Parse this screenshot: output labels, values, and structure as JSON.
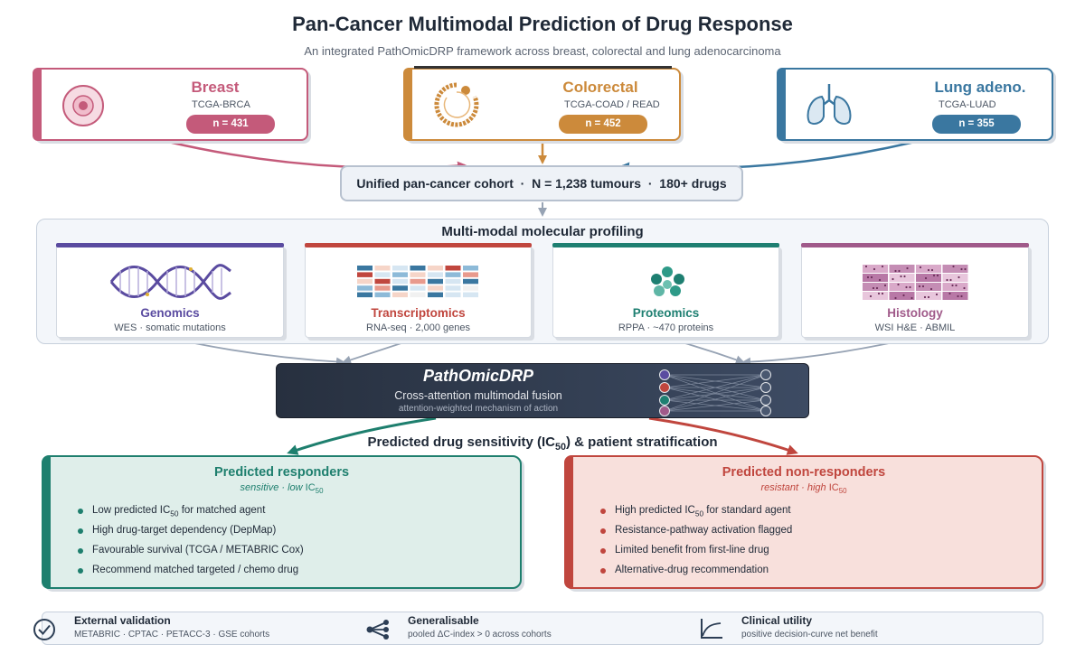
{
  "title": "Pan-Cancer Multimodal Prediction of Drug Response",
  "subtitle": "An integrated PathOmicDRP framework across breast, colorectal and lung adenocarcinoma",
  "colors": {
    "breast": "#c45a7a",
    "colorectal": "#cc8a3b",
    "lung": "#3a77a0",
    "genomics": "#5a4ba0",
    "transcriptomics": "#c0463e",
    "proteomics": "#1e7f71",
    "histology": "#a05a8a",
    "responder": "#1e7f6e",
    "nonresponder": "#c0463e"
  },
  "cancers": [
    {
      "name": "Breast",
      "project": "TCGA-BRCA",
      "n": "n = 431",
      "icon": "breast-cell-icon"
    },
    {
      "name": "Colorectal",
      "project": "TCGA-COAD / READ",
      "n": "n = 452",
      "icon": "colon-icon"
    },
    {
      "name": "Lung adeno.",
      "project": "TCGA-LUAD",
      "n": "n = 355",
      "icon": "lungs-icon"
    }
  ],
  "cohort": "Unified pan-cancer cohort  ·  N = 1,238 tumours  ·  180+ drugs",
  "profiling": {
    "title": "Multi-modal molecular profiling",
    "modalities": [
      {
        "name": "Genomics",
        "desc": "WES · somatic mutations",
        "icon": "dna-helix-icon"
      },
      {
        "name": "Transcriptomics",
        "desc": "RNA-seq · 2,000 genes",
        "icon": "heatmap-icon"
      },
      {
        "name": "Proteomics",
        "desc": "RPPA · ~470 proteins",
        "icon": "protein-cluster-icon"
      },
      {
        "name": "Histology",
        "desc": "WSI H&E · ABMIL",
        "icon": "tissue-tiles-icon"
      }
    ]
  },
  "fusion": {
    "name": "PathOmicDRP",
    "subtitle": "Cross-attention multimodal fusion",
    "note": "attention-weighted mechanism of action"
  },
  "prediction_heading": "Predicted drug sensitivity (IC50) & patient stratification",
  "responders": {
    "title": "Predicted responders",
    "subtitle": "sensitive · low IC50",
    "items": [
      "Low predicted IC50 for matched agent",
      "High drug-target dependency (DepMap)",
      "Favourable survival (TCGA / METABRIC Cox)",
      "Recommend matched targeted / chemo drug"
    ]
  },
  "nonresponders": {
    "title": "Predicted non-responders",
    "subtitle": "resistant · high IC50",
    "items": [
      "High predicted IC50 for standard agent",
      "Resistance-pathway activation flagged",
      "Limited benefit from first-line drug",
      "Alternative-drug recommendation"
    ]
  },
  "footer": [
    {
      "title": "External validation",
      "desc": "METABRIC · CPTAC · PETACC-3 · GSE cohorts",
      "icon": "check-circle-icon"
    },
    {
      "title": "Generalisable",
      "desc": "pooled ΔC-index > 0 across cohorts",
      "icon": "share-nodes-icon"
    },
    {
      "title": "Clinical utility",
      "desc": "positive decision-curve net benefit",
      "icon": "curve-chart-icon"
    }
  ]
}
